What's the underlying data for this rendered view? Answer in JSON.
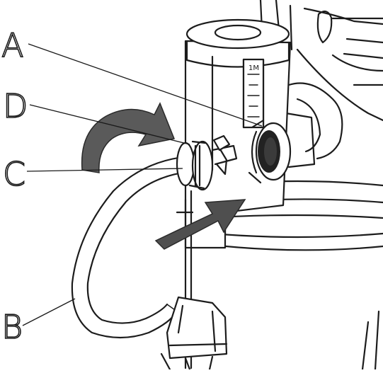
{
  "labels": {
    "a": "A",
    "b": "B",
    "c": "C",
    "d": "D"
  },
  "gauge_mark": "1M",
  "colors": {
    "line": "#1c1c1c",
    "arrow_fill": "#5a5a5a",
    "background": "#ffffff"
  },
  "icons": {
    "rotate_arrow": "curved-rotation-arrow-icon",
    "insert_arrow": "straight-insert-arrow-icon"
  }
}
